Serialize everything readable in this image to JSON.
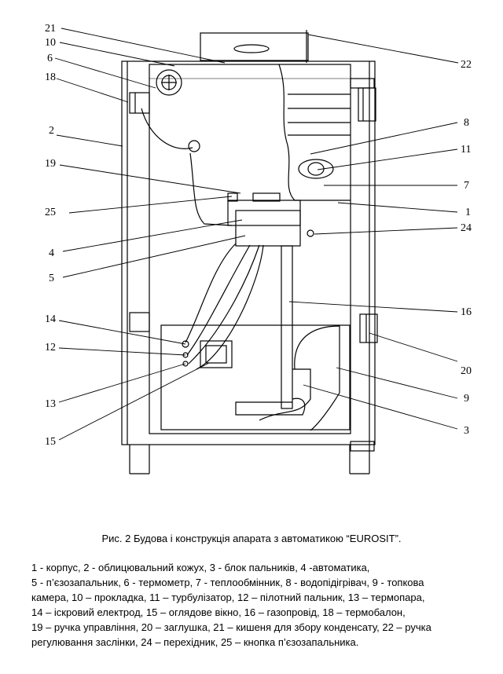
{
  "figure": {
    "labels": {
      "l1": "1",
      "l2": "2",
      "l3": "3",
      "l4": "4",
      "l5": "5",
      "l6": "6",
      "l7": "7",
      "l8": "8",
      "l9": "9",
      "l10": "10",
      "l11": "11",
      "l12": "12",
      "l13": "13",
      "l14": "14",
      "l15": "15",
      "l16": "16",
      "l18": "18",
      "l19": "19",
      "l20": "20",
      "l21": "21",
      "l22": "22",
      "l24": "24",
      "l25": "25"
    }
  },
  "caption": "Рис. 2 Будова і конструкція апарата з автоматикою “EUROSIT”.",
  "legend": {
    "line1": "1 - корпус, 2 - облицювальний кожух, 3 - блок пальників, 4 -автоматика,",
    "line2": "5 - п’єзозапальник, 6 - термометр, 7 - теплообмінник, 8 - водопідігрівач, 9 - топкова",
    "line3": "камера, 10 – прокладка, 11 – турбулізатор, 12 – пілотний пальник, 13 – термопара,",
    "line4": "14 – іскровий електрод, 15 – оглядове вікно, 16 – газопровід, 18 – термобалон,",
    "line5": "19 – ручка управління, 20 – заглушка, 21 – кишеня для збору конденсату, 22 – ручка",
    "line6": "регулювання заслінки, 24 –  перехідник, 25 – кнопка п’єзозапальника."
  }
}
